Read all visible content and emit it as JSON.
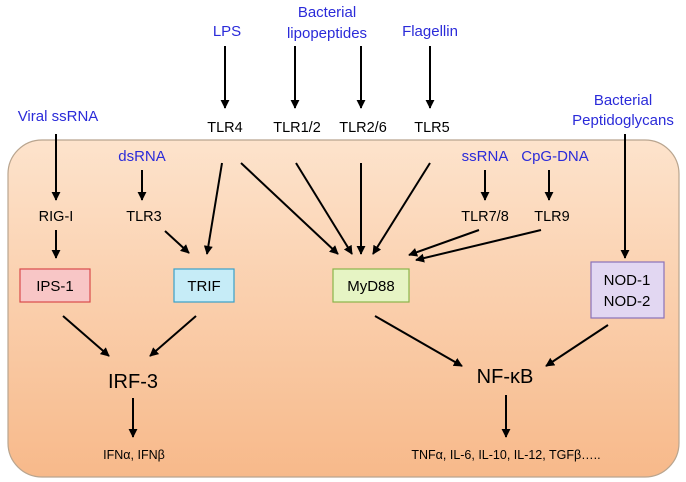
{
  "ligands": {
    "lps": "LPS",
    "bacterial_lipopeptides_1": "Bacterial",
    "bacterial_lipopeptides_2": "lipopeptides",
    "flagellin": "Flagellin",
    "viral_ssrna": "Viral ssRNA",
    "bacterial_peptidoglycans_1": "Bacterial",
    "bacterial_peptidoglycans_2": "Peptidoglycans",
    "dsrna": "dsRNA",
    "ssrna": "ssRNA",
    "cpg_dna": "CpG-DNA"
  },
  "receptors": {
    "tlr4": "TLR4",
    "tlr1_2": "TLR1/2",
    "tlr2_6": "TLR2/6",
    "tlr5": "TLR5",
    "rig_i": "RIG-I",
    "tlr3": "TLR3",
    "tlr7_8": "TLR7/8",
    "tlr9": "TLR9"
  },
  "adaptors": {
    "ips1": "IPS-1",
    "trif": "TRIF",
    "myd88": "MyD88",
    "nod1": "NOD-1",
    "nod2": "NOD-2"
  },
  "factors": {
    "irf3": "IRF-3",
    "nfkb": "NF-κB"
  },
  "products": {
    "irf3_products": "IFNα, IFNβ",
    "nfkb_products": "TNFα, IL-6, IL-10, IL-12, TGFβ….."
  },
  "colors": {
    "ligand_text": "#2b2bd9",
    "cell_fill_top": "#fde3cc",
    "cell_fill_bottom": "#f7b98a",
    "cell_border": "#b9a58f",
    "ips1_fill": "#f8c6c6",
    "ips1_border": "#d94a4a",
    "trif_fill": "#c6ecf7",
    "trif_border": "#3aa0c8",
    "myd88_fill": "#e6f4c4",
    "myd88_border": "#8ab44a",
    "nod_fill": "#e2d7f2",
    "nod_border": "#8a72b8"
  }
}
